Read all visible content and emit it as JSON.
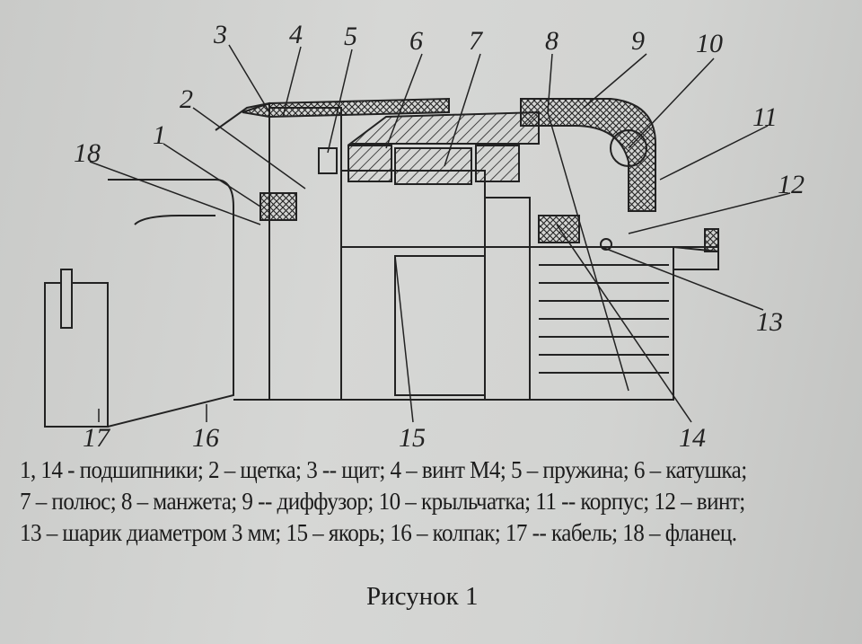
{
  "figure": {
    "labels": [
      "1",
      "2",
      "3",
      "4",
      "5",
      "6",
      "7",
      "8",
      "9",
      "10",
      "11",
      "12",
      "13",
      "14",
      "15",
      "16",
      "17",
      "18"
    ]
  },
  "legend": {
    "lines": [
      "1, 14 - подшипники; 2 – щетка; 3 -- щит; 4 – винт М4; 5 – пружина; 6 – катушка;",
      "7 – полюс; 8 – манжета; 9 -- диффузор; 10 – крыльчатка; 11 -- корпус; 12 – винт;",
      "13 – шарик диаметром 3 мм; 15 – якорь; 16 – колпак; 17 -- кабель; 18 – фланец."
    ]
  },
  "caption": "Рисунок 1"
}
